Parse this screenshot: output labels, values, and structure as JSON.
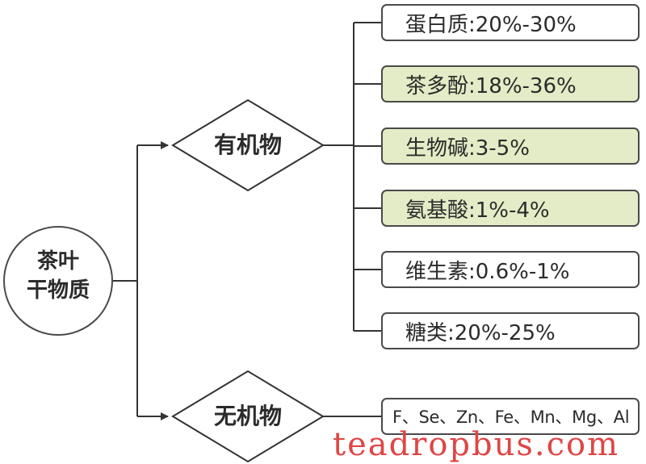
{
  "root": {
    "line1": "茶叶",
    "line2": "干物质"
  },
  "organic": {
    "label": "有机物",
    "items": [
      {
        "text": "蛋白质:20%-30%"
      },
      {
        "text": "茶多酚:18%-36%"
      },
      {
        "text": "生物碱:3-5%"
      },
      {
        "text": "氨基酸:1%-4%"
      },
      {
        "text": "维生素:0.6%-1%"
      },
      {
        "text": "糖类:20%-25%"
      }
    ]
  },
  "inorganic": {
    "label": "无机物",
    "items": [
      {
        "text": "F、Se、Zn、Fe、Mn、Mg、Al"
      }
    ]
  },
  "colors": {
    "line": "#333333",
    "box_border": "#4a4a4a",
    "highlight_fill": "#e3ecc6",
    "watermark": "#e04545"
  },
  "watermark": "teadropbus.com"
}
